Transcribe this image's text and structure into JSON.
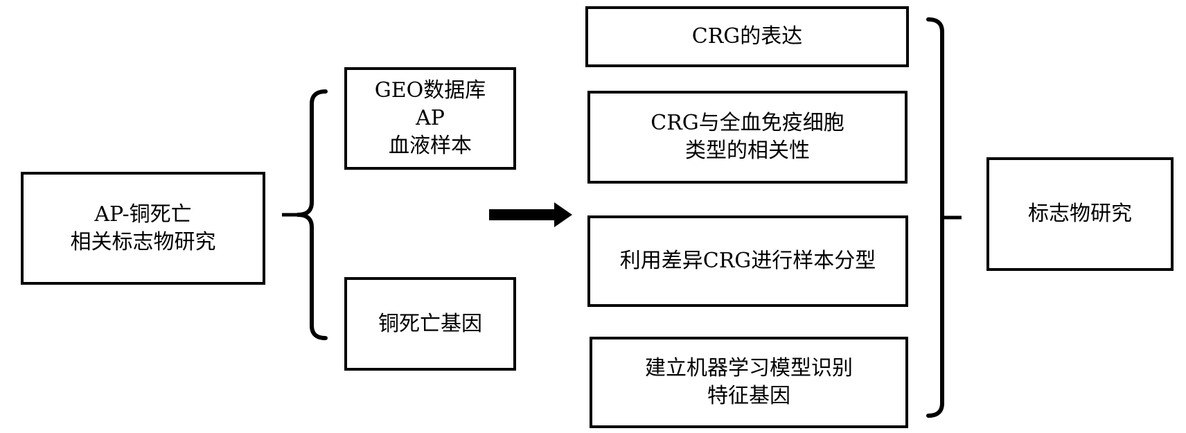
{
  "root": {
    "lines": [
      "AP-铜死亡",
      "相关标志物研究"
    ]
  },
  "inputs": [
    {
      "lines": [
        "GEO数据库",
        "AP",
        "血液样本"
      ]
    },
    {
      "lines": [
        "铜死亡基因"
      ]
    }
  ],
  "analyses": [
    {
      "lines": [
        "CRG的表达"
      ]
    },
    {
      "lines": [
        "CRG与全血免疫细胞",
        "类型的相关性"
      ]
    },
    {
      "lines": [
        "利用差异CRG进行样本分型"
      ]
    },
    {
      "lines": [
        "建立机器学习模型识别",
        "特征基因"
      ]
    }
  ],
  "result": {
    "lines": [
      "标志物研究"
    ]
  }
}
